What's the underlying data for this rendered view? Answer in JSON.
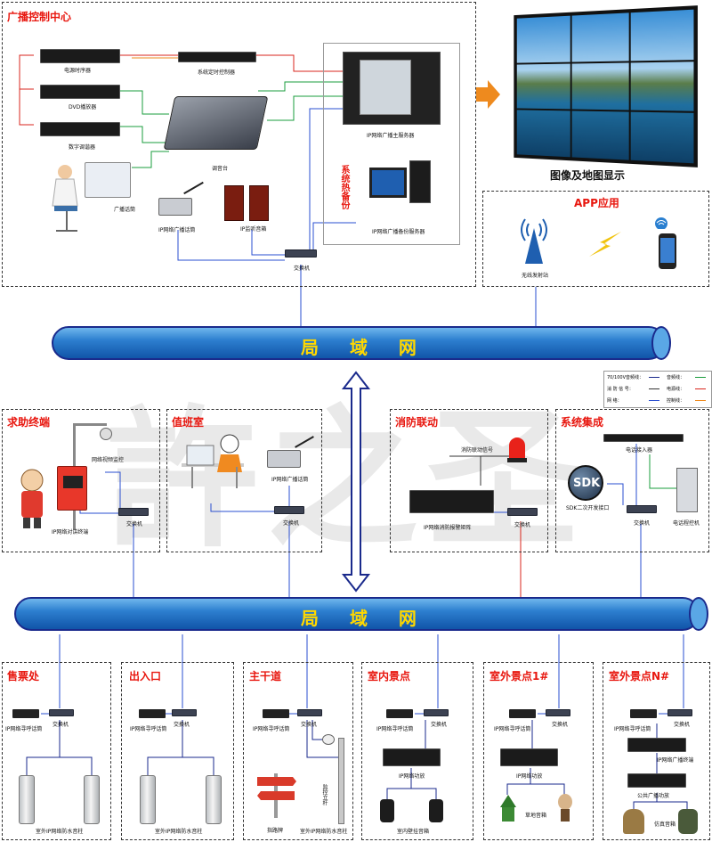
{
  "watermark": "許之圣",
  "lan_label": "局 域 网",
  "broadcast_center": {
    "title": "广播控制中心",
    "power_sequencer": "电源时序器",
    "dvd_player": "DVD播放器",
    "tuner": "数字调谐器",
    "timer_controller": "系统定时控制器",
    "mixer": "调音台",
    "paging_desk": "广播话筒",
    "ip_mic": "IP网络广播话筒",
    "monitor_speaker": "IP监听音箱",
    "main_server": "IP网络广播主服务器",
    "hot_backup": "系统热备份",
    "backup_server": "IP网络广播备份服务器",
    "switch": "交换机"
  },
  "video_wall": {
    "caption": "图像及地图显示"
  },
  "app": {
    "title": "APP应用",
    "tower": "无线发射站"
  },
  "legend": [
    {
      "label": "70/100V音频线：",
      "color": "#1a2a8c",
      "label2": "音频线：",
      "color2": "#1a9c3c"
    },
    {
      "label": "消 防 信 号：",
      "color": "#333333",
      "label2": "电源线：",
      "color2": "#d9261c"
    },
    {
      "label": "网      络：",
      "color": "#2a4fd0",
      "label2": "控制线：",
      "color2": "#ee8a1e"
    }
  ],
  "sos": {
    "title": "求助终端",
    "camera": "网络视频监控",
    "terminal": "IP网络对讲终端",
    "switch": "交换机"
  },
  "duty": {
    "title": "值班室",
    "mic": "IP网络广播话筒",
    "switch": "交换机"
  },
  "fire": {
    "title": "消防联动",
    "signal": "消防联动信号",
    "matrix": "IP网络消防报警矩阵",
    "switch": "交换机"
  },
  "integration": {
    "title": "系统集成",
    "phone_gateway": "电话接入器",
    "sdk_logo": "SDK",
    "sdk": "SDK二次开发接口",
    "switch": "交换机",
    "phone": "电话程控机"
  },
  "zones": [
    {
      "title": "售票处",
      "mic": "IP网络寻呼话筒",
      "switch": "交换机",
      "speaker": "室外IP网络防水音柱"
    },
    {
      "title": "出入口",
      "mic": "IP网络寻呼话筒",
      "switch": "交换机",
      "speaker": "室外IP网络防水音柱"
    },
    {
      "title": "主干道",
      "mic": "IP网络寻呼话筒",
      "switch": "交换机",
      "camera_pole": "监控立杆",
      "sign": "指路牌",
      "speaker": "室外IP网络防水音柱"
    },
    {
      "title": "室内景点",
      "mic": "IP网络寻呼话筒",
      "switch": "交换机",
      "amp": "IP网络功放",
      "speaker": "室内壁挂音箱"
    },
    {
      "title": "室外景点1#",
      "mic": "IP网络寻呼话筒",
      "switch": "交换机",
      "amp": "IP网络功放",
      "speaker": "草地音箱"
    },
    {
      "title": "室外景点N#",
      "mic": "IP网络寻呼话筒",
      "switch": "交换机",
      "terminal": "IP网络广播终端",
      "amp": "公共广播功放",
      "speaker": "仿真音箱"
    }
  ]
}
